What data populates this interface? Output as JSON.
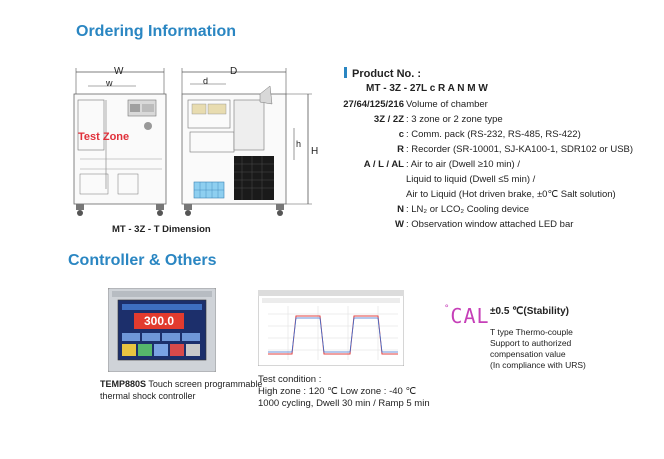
{
  "colors": {
    "accent": "#2a86c2",
    "test_zone": "#e0303a",
    "cal_text": "#c63fb8"
  },
  "ordering": {
    "title": "Ordering Information",
    "dimension_caption": "MT - 3Z - T Dimension",
    "dim_labels": {
      "W": "W",
      "w": "w",
      "D": "D",
      "d": "d",
      "H": "H",
      "h": "h"
    },
    "test_zone_label": "Test Zone"
  },
  "product": {
    "heading": "Product No. :",
    "code": "MT - 3Z - 27L c R A N M W",
    "specs": [
      {
        "key": "27/64/125/216",
        "value": "Volume of chamber"
      },
      {
        "key": "3Z / 2Z",
        "value": ": 3 zone or 2 zone type"
      },
      {
        "key": "c",
        "value": ": Comm. pack (RS-232, RS-485, RS-422)"
      },
      {
        "key": "R",
        "value": ": Recorder (SR-10001, SJ-KA100-1, SDR102 or USB)"
      },
      {
        "key": "A / L / AL",
        "value": ": Air to air (Dwell ≥10 min) /"
      },
      {
        "key": "",
        "value": "Liquid to liquid (Dwell ≤5 min) /"
      },
      {
        "key": "",
        "value": "Air to Liquid (Hot driven brake, ±0℃ Salt solution)"
      },
      {
        "key": "N",
        "value": ": LN₂ or LCO₂ Cooling device"
      },
      {
        "key": "W",
        "value": ": Observation window attached LED bar"
      }
    ]
  },
  "controller": {
    "title": "Controller & Others",
    "screen_value": "300.0",
    "model": "TEMP880S",
    "desc_line1": "Touch screen programmable",
    "desc_line2": "thermal shock controller"
  },
  "test_condition": {
    "heading": "Test condition :",
    "line1": "High zone : 120 ℃ Low zone : -40 ℃",
    "line2": "1000 cycling, Dwell 30 min / Ramp 5 min"
  },
  "calibration": {
    "display_text": "CAL",
    "stability": "±0.5 ℃(Stability)",
    "line1": "T type Thermo-couple",
    "line2": "Support to authorized",
    "line3": "compensation value",
    "line4": "(In compliance with URS)"
  }
}
